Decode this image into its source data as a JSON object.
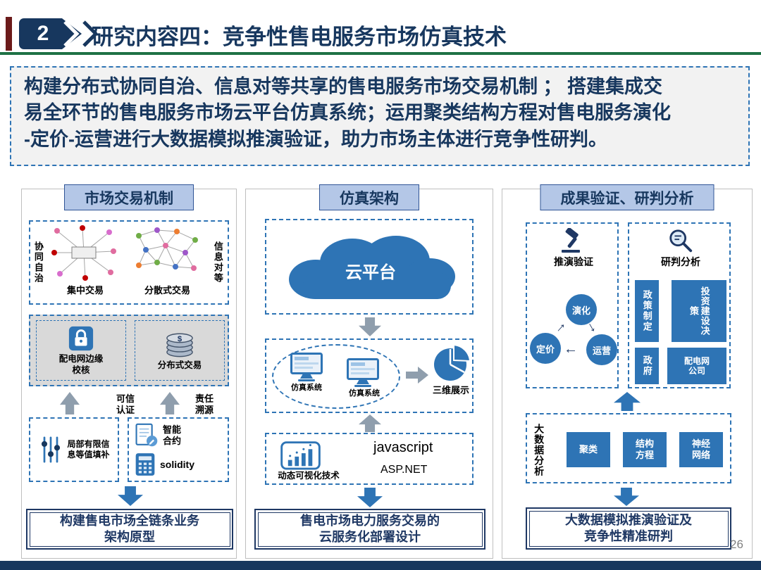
{
  "slide": {
    "badge": "2",
    "title": "研究内容四：竞争性售电服务市场仿真技术",
    "summary": "构建分布式协同自治、信息对等共享的售电服务市场交易机制 ；  搭建集成交\n易全环节的售电服务市场云平台仿真系统；运用聚类结构方程对售电服务演化\n-定价-运营进行大数据模拟推演验证，助力市场主体进行竞争性研判。",
    "page_number": "26"
  },
  "col1": {
    "header": "市场交易机制",
    "coop_vertical": "协同自治",
    "info_vertical": "信息对等",
    "centralized": "集中交易",
    "decentralized": "分散式交易",
    "edge_check": "配电网边缘\n校核",
    "distributed_trade": "分布式交易",
    "coin_symbol": "$",
    "trusted_cert": "可信\n认证",
    "traceability": "责任\n溯源",
    "local_info": "局部有限信\n息等值填补",
    "smart_contract": "智能\n合约",
    "solidity": "solidity",
    "conclusion": "构建售电市场全链条业务\n架构原型"
  },
  "col2": {
    "header": "仿真架构",
    "cloud": "云平台",
    "sim_left": "仿真系统",
    "sim_right": "仿真系统",
    "three_d": "三维展示",
    "dynamic_viz": "动态可视化技术",
    "tech_top": "javascript",
    "tech_bottom": "ASP.NET",
    "conclusion": "售电市场电力服务交易的\n云服务化部署设计"
  },
  "col3": {
    "header": "成果验证、研判分析",
    "deduction": "推演验证",
    "analysis": "研判分析",
    "evolution": "演化",
    "pricing": "定价",
    "operation": "运营",
    "policy": "政策制定",
    "investment": "投资建设决策",
    "government": "政府",
    "grid_company": "配电网\n公司",
    "bigdata_vertical": "大数据分析",
    "cluster": "聚类",
    "sem": "结构\n方程",
    "nn": "神经\n网络",
    "conclusion": "大数据模拟推演验证及\n竞争性精准研判"
  }
}
